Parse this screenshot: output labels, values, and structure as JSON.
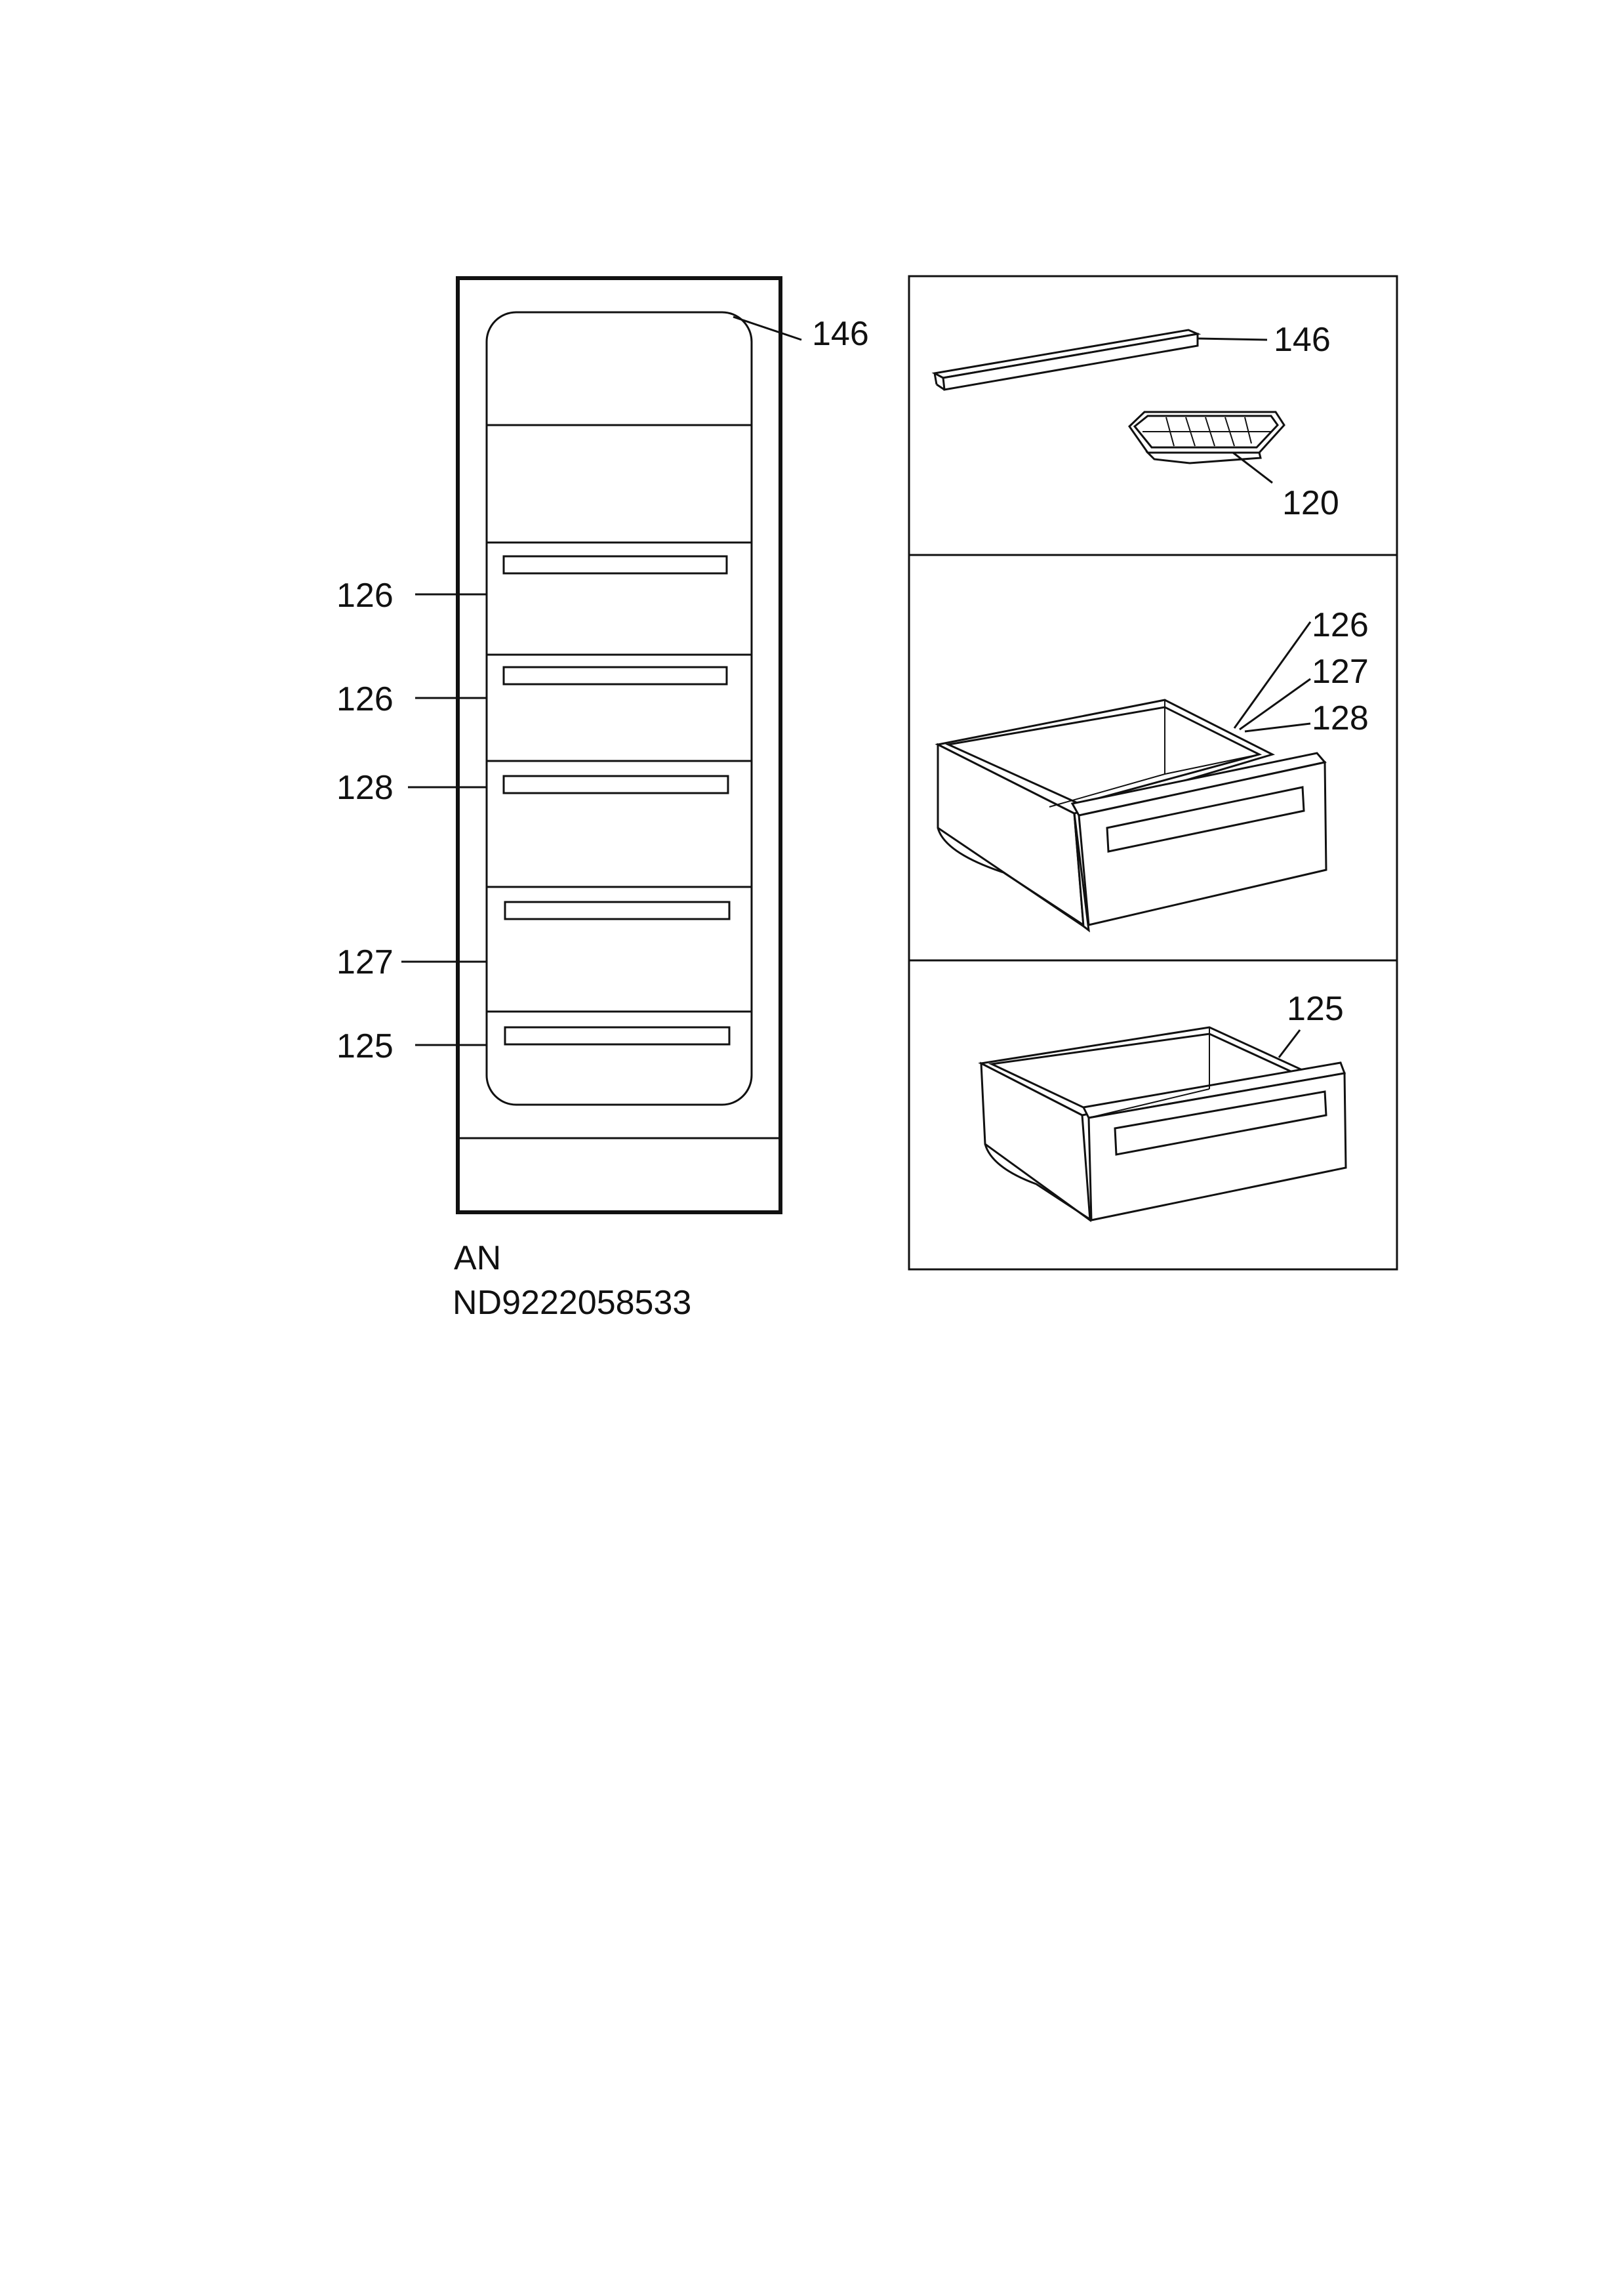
{
  "left_view": {
    "callouts": [
      "146",
      "126",
      "126",
      "128",
      "127",
      "125"
    ],
    "model": "AN",
    "part_number": "ND9222058533"
  },
  "right_view": {
    "top_panel": {
      "callouts": [
        "146",
        "120"
      ]
    },
    "middle_panel": {
      "callouts": [
        "126",
        "127",
        "128"
      ]
    },
    "bottom_panel": {
      "callouts": [
        "125"
      ]
    }
  }
}
